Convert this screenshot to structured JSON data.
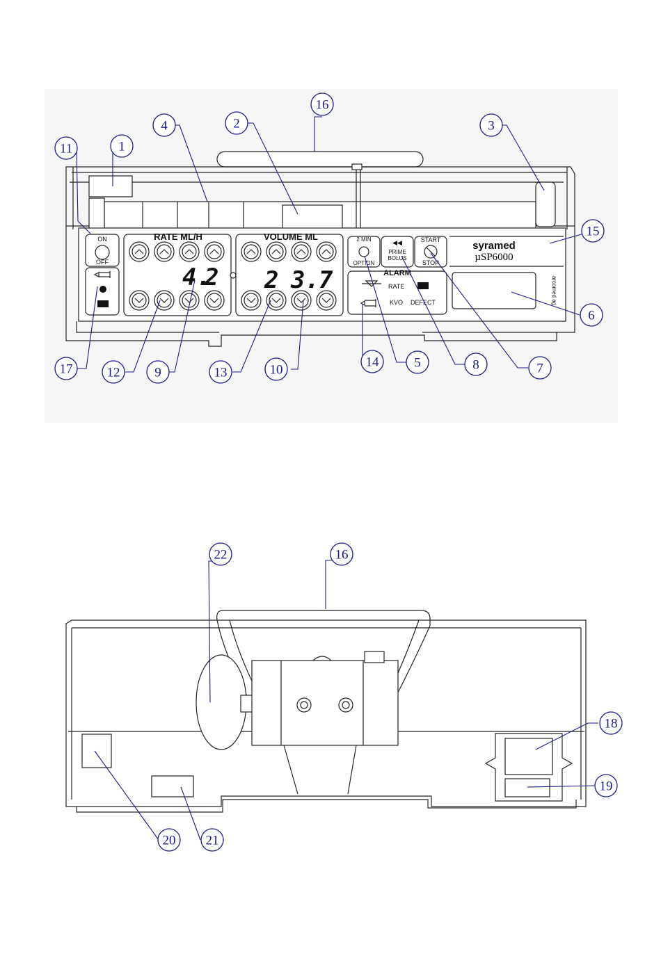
{
  "front_panel": {
    "rate_header": "RATE ML/H",
    "volume_header": "VOLUME ML",
    "rate_digits": [
      "4.",
      "2"
    ],
    "volume_digits": [
      "2",
      "3.",
      "7"
    ],
    "on_label": "ON",
    "off_label": "OFF",
    "two_min_label": "2 MIN",
    "option_label": "OPTION",
    "prime_label": "PRIME",
    "bolus_label": "BOLUS",
    "start_label": "START",
    "stop_label": "STOP",
    "alarm_label": "ALARM",
    "rate_alarm": "RATE",
    "kvo_alarm": "KVO",
    "defect_alarm": "DEFECT",
    "brand": "syramed",
    "model": "µSP6000",
    "maker_vertical": "arcomed ag"
  },
  "callouts_front": [
    "1",
    "2",
    "3",
    "4",
    "5",
    "6",
    "7",
    "8",
    "9",
    "10",
    "11",
    "12",
    "13",
    "14",
    "15",
    "16",
    "17"
  ],
  "callouts_rear": [
    "16",
    "18",
    "19",
    "20",
    "21",
    "22"
  ]
}
